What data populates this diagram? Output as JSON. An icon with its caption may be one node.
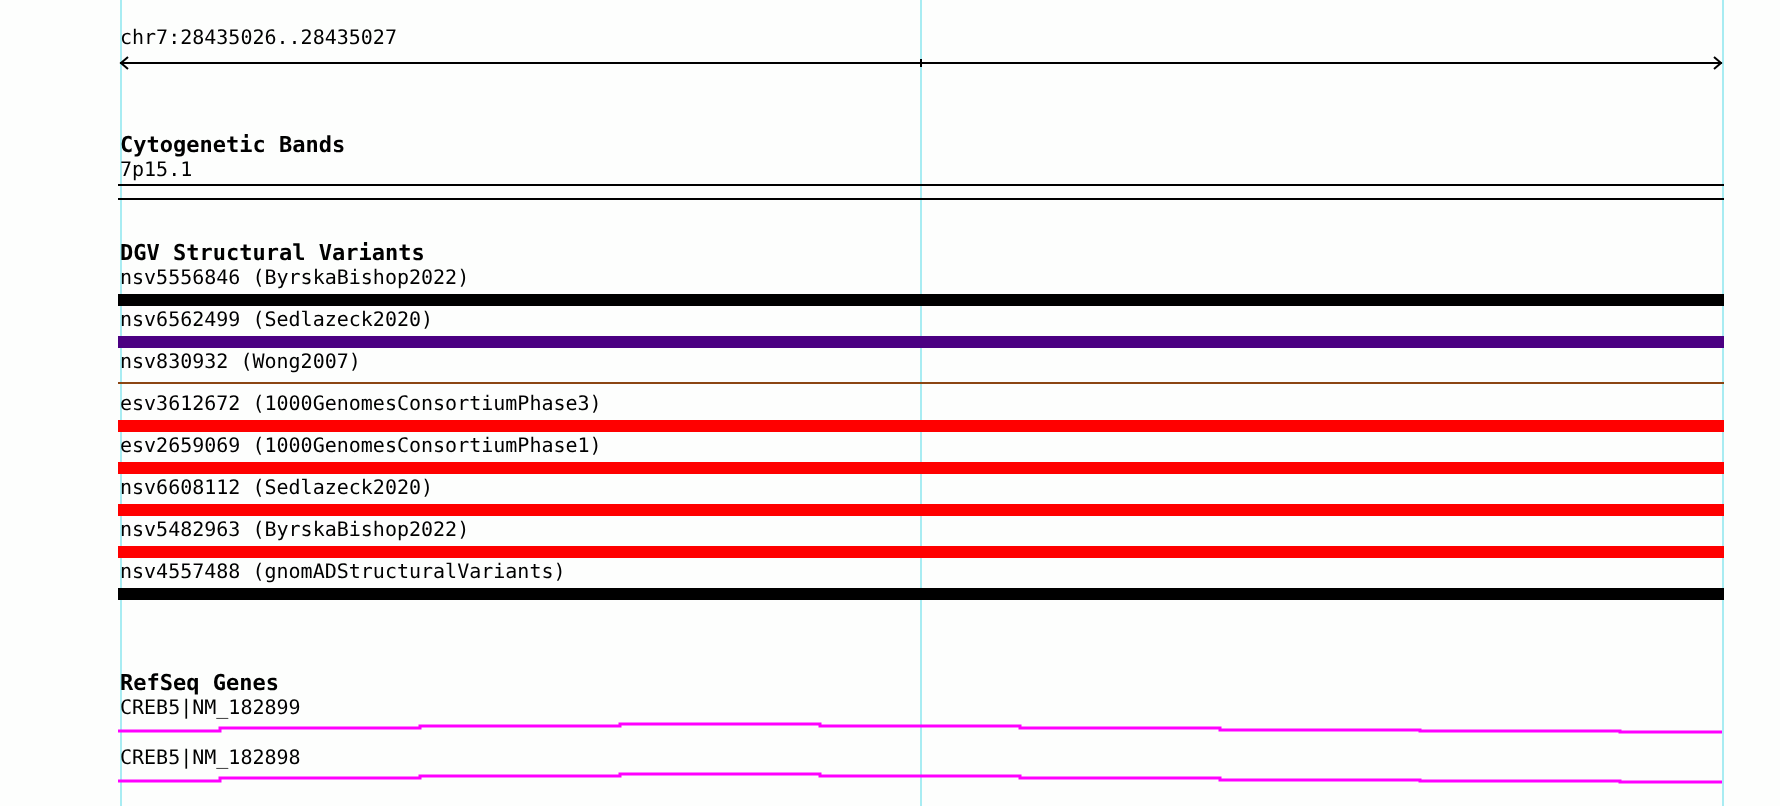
{
  "diagram": {
    "nodes": [
      {
        "text": [
          "7p15.1"
        ]
      },
      {
        "text": [
          "nsv5556846 (ByrskaBishop2022)"
        ]
      },
      {
        "text": [
          "nsv6562499 (Sedlazeck2020)"
        ]
      },
      {
        "text": [
          "nsv830932 (Wong2007)"
        ]
      },
      {
        "text": [
          "esv3612672 (1000GenomesConsortiumPhase3)"
        ]
      },
      {
        "text": [
          "esv2659069 (1000GenomesConsortiumPhase1)"
        ]
      },
      {
        "text": [
          "nsv6608112 (Sedlazeck2020)"
        ]
      },
      {
        "text": [
          "nsv5482963 (ByrskaBishop2022)"
        ]
      },
      {
        "text": [
          "nsv4557488 (gnomADStructuralVariants)"
        ]
      },
      {
        "text": [
          "CREB5|NM_182899"
        ]
      },
      {
        "text": [
          "CREB5|NM_182898"
        ]
      }
    ],
    "labels": [
      "chr7:28435026..28435027",
      "Cytogenetic Bands",
      "DGV Structural Variants",
      "RefSeq Genes"
    ]
  }
}
